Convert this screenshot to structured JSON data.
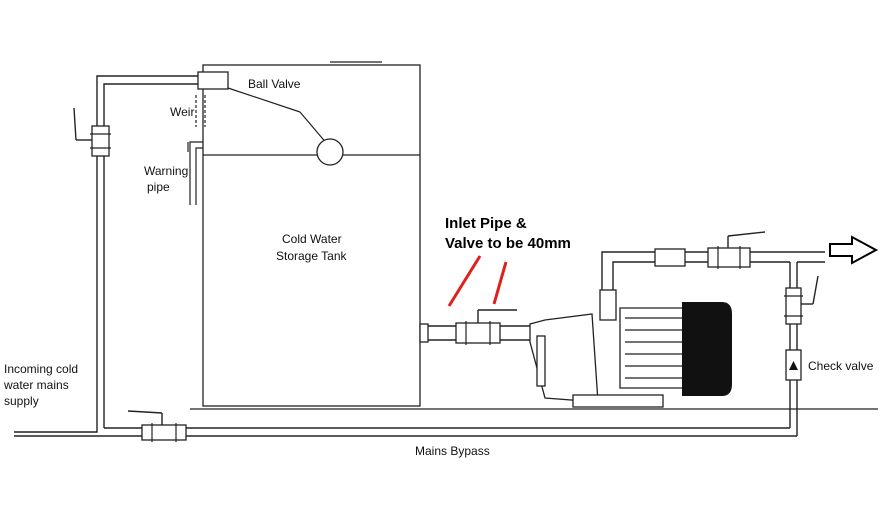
{
  "labels": {
    "ball_valve": "Ball Valve",
    "weir": "Weir",
    "warning_pipe_line1": "Warning",
    "warning_pipe_line2": "pipe",
    "tank_line1": "Cold Water",
    "tank_line2": "Storage Tank",
    "inlet_line1": "Inlet Pipe &",
    "inlet_line2": "Valve to be 40mm",
    "incoming_line1": "Incoming cold",
    "incoming_line2": "water mains",
    "incoming_line3": "supply",
    "check_valve": "Check valve",
    "mains_bypass": "Mains Bypass"
  },
  "colors": {
    "line": "#222222",
    "annotation": "#e0201c",
    "motor_dark": "#111111"
  }
}
